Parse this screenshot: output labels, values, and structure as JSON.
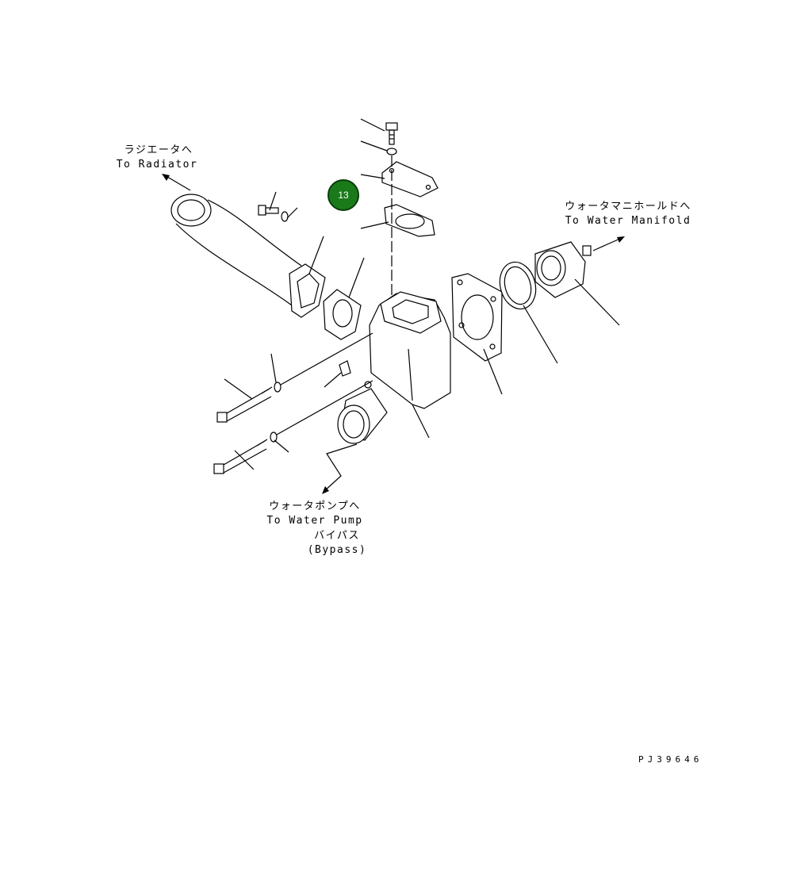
{
  "badge": {
    "number": "13",
    "color": "#1a7a1a"
  },
  "labels": {
    "radiator_jp": "ラジエータへ",
    "radiator_en": "To Radiator",
    "manifold_jp": "ウォータマニホールドへ",
    "manifold_en": "To Water Manifold",
    "pump_jp": "ウォータポンプへ",
    "pump_en": "To Water Pump",
    "bypass_jp": "バイパス",
    "bypass_en": "(Bypass)"
  },
  "drawing_id": "PJ39646"
}
